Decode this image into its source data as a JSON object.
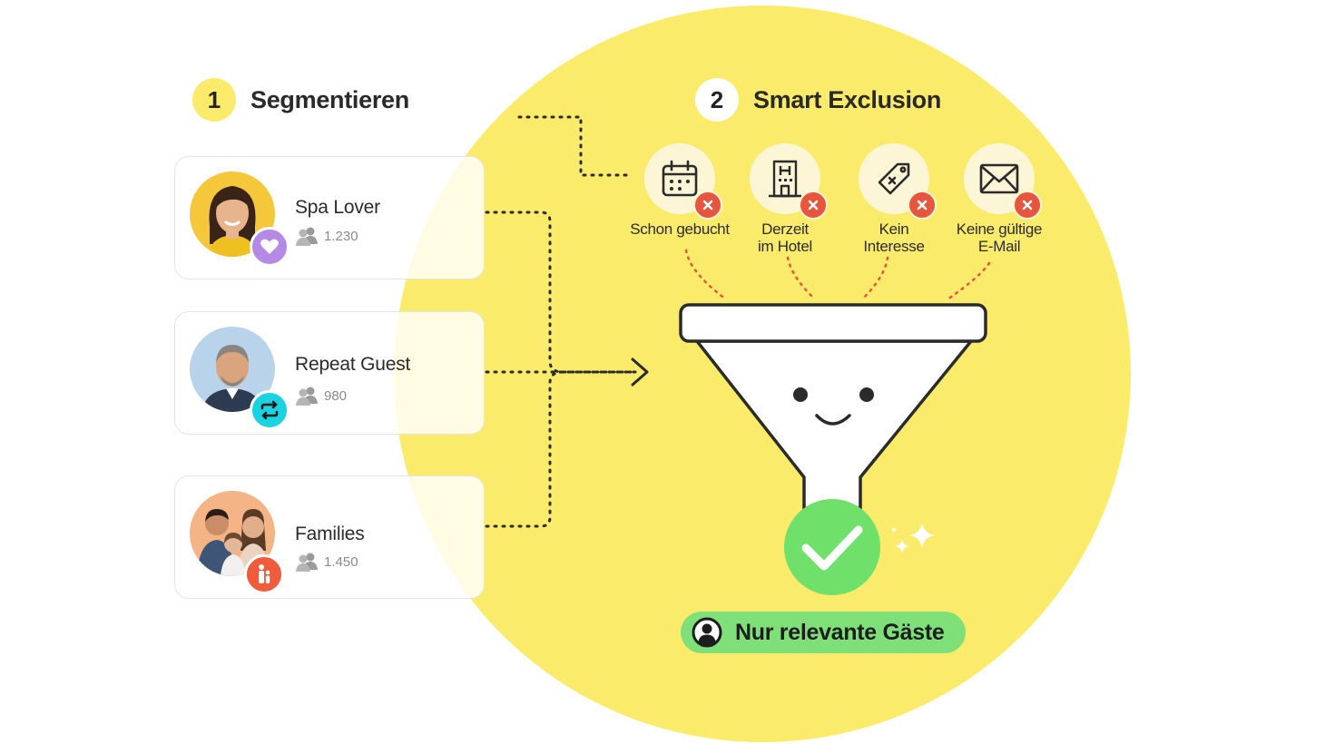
{
  "steps": [
    {
      "number": "1",
      "title": "Segmentieren"
    },
    {
      "number": "2",
      "title": "Smart Exclusion"
    }
  ],
  "segments": [
    {
      "label": "Spa Lover",
      "count": "1.230",
      "badge_icon": "heart-icon",
      "badge_color": "#b48ae6"
    },
    {
      "label": "Repeat Guest",
      "count": "980",
      "badge_icon": "repeat-icon",
      "badge_color": "#19d3e0"
    },
    {
      "label": "Families",
      "count": "1.450",
      "badge_icon": "family-icon",
      "badge_color": "#ef5b3b"
    }
  ],
  "exclusions": [
    {
      "line1": "Schon gebucht",
      "line2": "",
      "icon": "calendar-icon"
    },
    {
      "line1": "Derzeit",
      "line2": "im Hotel",
      "icon": "hotel-icon"
    },
    {
      "line1": "Kein",
      "line2": "Interesse",
      "icon": "tag-x-icon"
    },
    {
      "line1": "Keine gültige",
      "line2": "E-Mail",
      "icon": "envelope-icon"
    }
  ],
  "result": {
    "label": "Nur relevante Gäste",
    "icon": "user-circle-icon"
  },
  "colors": {
    "accent_yellow": "#fbeb6b",
    "success_green": "#7fe07a",
    "check_green": "#6fe06a",
    "exclusion_red": "#e8553e",
    "connector": "#2b2b2b"
  }
}
